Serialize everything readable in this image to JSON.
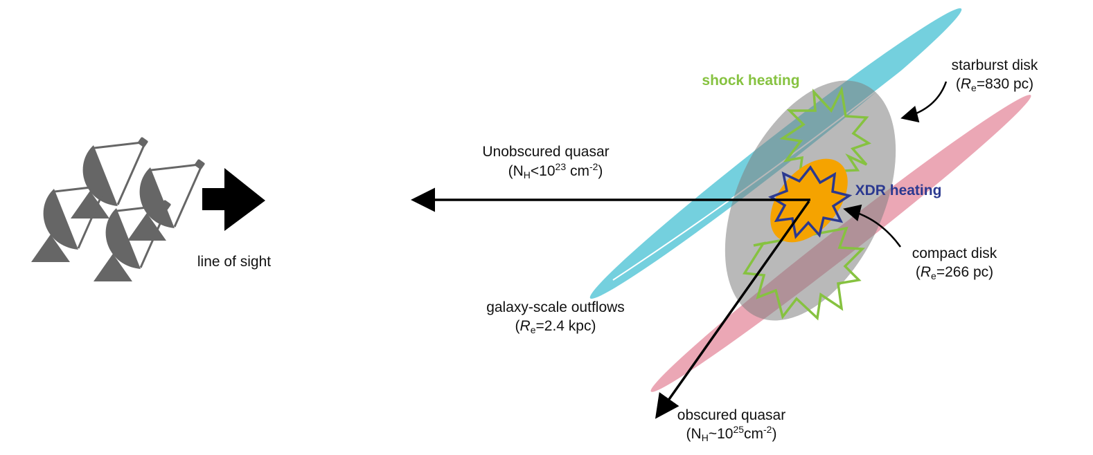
{
  "colors": {
    "outflow_blue": "#5cc8d8",
    "starburst_pink": "#e48a9c",
    "compact_grey": "#8a8a8a",
    "core_orange": "#f5a300",
    "shock_green": "#86c240",
    "xdr_blue": "#2b3990",
    "dish_grey": "#666666",
    "arrow_black": "#000000"
  },
  "icons": {
    "telescopes": "radio-dish-array-icon",
    "sight_arrow": "block-arrow-right-icon"
  },
  "labels": {
    "line_of_sight": "line of sight",
    "unobscured_title": "Unobscured quasar",
    "unobscured_open": "(N",
    "unobscured_sub": "H",
    "unobscured_mid": "<10",
    "unobscured_sup1": "23",
    "unobscured_unit": " cm",
    "unobscured_sup2": "-2",
    "unobscured_close": ")",
    "obscured_title": "obscured quasar",
    "obscured_open": "(N",
    "obscured_sub": "H",
    "obscured_mid": "~10",
    "obscured_sup1": "25",
    "obscured_unit": "cm",
    "obscured_sup2": "-2",
    "obscured_close": ")",
    "shock_heating": "shock heating",
    "xdr_heating": "XDR heating",
    "starburst_title": "starburst disk",
    "starburst_open": "(",
    "starburst_R": "R",
    "starburst_sub": "e",
    "starburst_val": "=830 pc)",
    "compact_title": "compact disk",
    "compact_open": "(",
    "compact_R": "R",
    "compact_sub": "e",
    "compact_val": "=266 pc)",
    "outflow_title": "galaxy-scale outflows",
    "outflow_open": "(",
    "outflow_R": "R",
    "outflow_sub": "e",
    "outflow_val": "=2.4 kpc)"
  }
}
